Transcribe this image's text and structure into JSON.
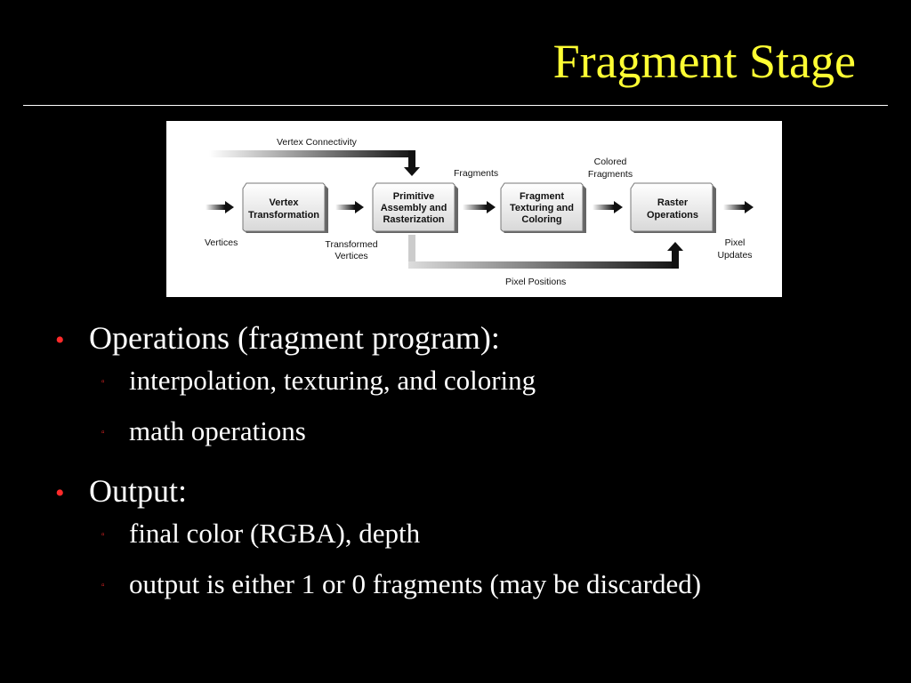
{
  "slide": {
    "title": "Fragment Stage"
  },
  "diagram": {
    "top_flow_label": "Vertex Connectivity",
    "bottom_flow_label": "Pixel Positions",
    "edge_labels": {
      "vertices": "Vertices",
      "transformed": [
        "Transformed",
        "Vertices"
      ],
      "fragments": "Fragments",
      "colored": [
        "Colored",
        "Fragments"
      ],
      "pixel_updates": [
        "Pixel",
        "Updates"
      ]
    },
    "boxes": [
      {
        "lines": [
          "Vertex",
          "Transformation"
        ]
      },
      {
        "lines": [
          "Primitive",
          "Assembly and",
          "Rasterization"
        ]
      },
      {
        "lines": [
          "Fragment",
          "Texturing and",
          "Coloring"
        ]
      },
      {
        "lines": [
          "Raster",
          "Operations"
        ]
      }
    ]
  },
  "bullets": [
    {
      "text": "Operations (fragment program):",
      "sub": [
        "interpolation, texturing, and coloring",
        "math operations"
      ]
    },
    {
      "text": "Output:",
      "sub": [
        "final color (RGBA), depth",
        "output is either 1 or 0 fragments (may be discarded)"
      ]
    }
  ],
  "colors": {
    "background": "#000000",
    "title": "#ffff33",
    "bullet_marker": "#ff2a2a",
    "text": "#ffffff"
  },
  "icons": {
    "level1_marker": "bullet-dot",
    "level2_marker": "hollow-square"
  }
}
